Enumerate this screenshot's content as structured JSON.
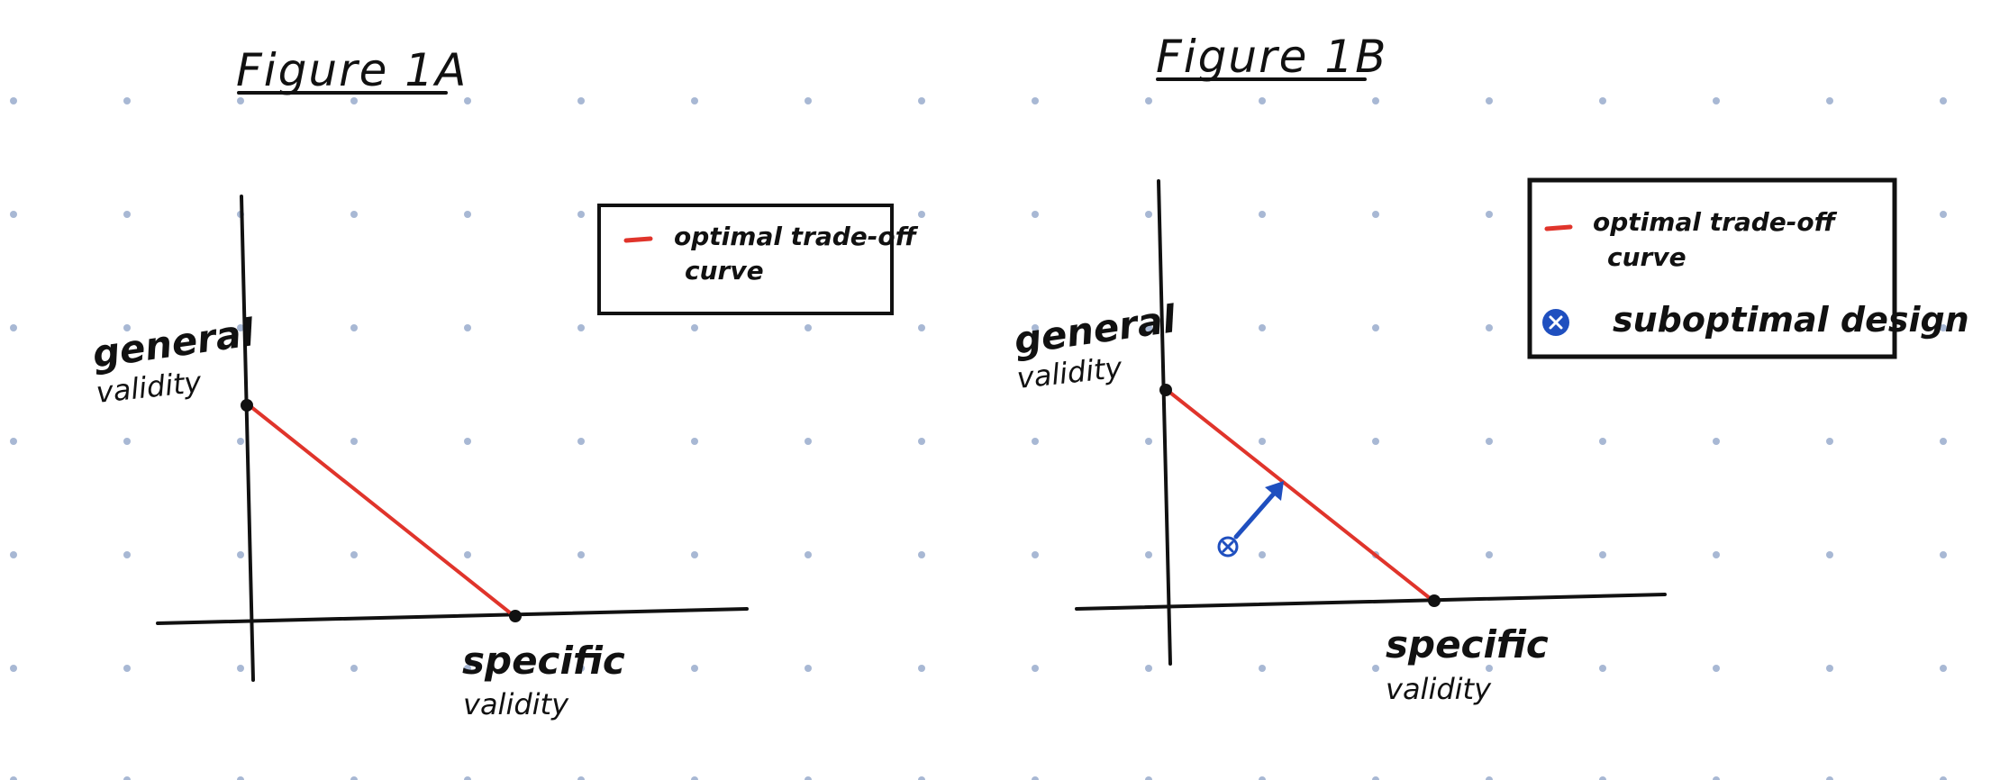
{
  "colors": {
    "background": "#ffffff",
    "grid_dot": "#a8b8d4",
    "ink": "#111111",
    "tradeoff_line": "#e0342b",
    "suboptimal_marker": "#1f4fbf"
  },
  "figures": [
    {
      "title": "Figure 1A",
      "y_axis_label_line1": "general",
      "y_axis_label_line2": "validity",
      "x_axis_label_line1": "specific",
      "x_axis_label_line2": "validity",
      "legend": {
        "optimal_line1": "optimal trade-off",
        "optimal_line2": "curve"
      }
    },
    {
      "title": "Figure 1B",
      "y_axis_label_line1": "general",
      "y_axis_label_line2": "validity",
      "x_axis_label_line1": "specific",
      "x_axis_label_line2": "validity",
      "legend": {
        "optimal_line1": "optimal trade-off",
        "optimal_line2": "curve",
        "suboptimal_label": "suboptimal design"
      }
    }
  ]
}
